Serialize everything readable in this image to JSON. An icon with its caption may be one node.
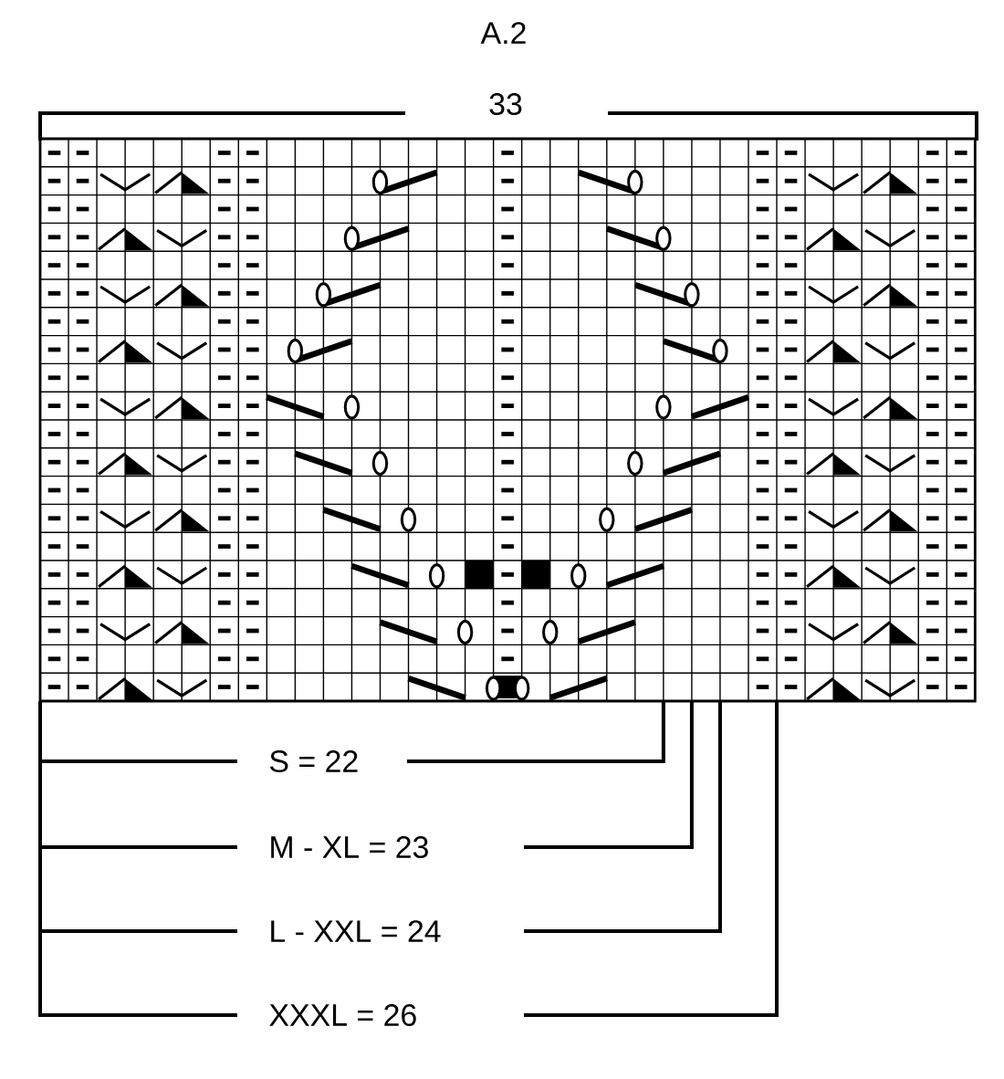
{
  "diagram": {
    "title": "A.2",
    "labels": [
      "33",
      "S = 22",
      "M - XL = 23",
      "L - XXL = 24",
      "XXXL = 26"
    ]
  }
}
